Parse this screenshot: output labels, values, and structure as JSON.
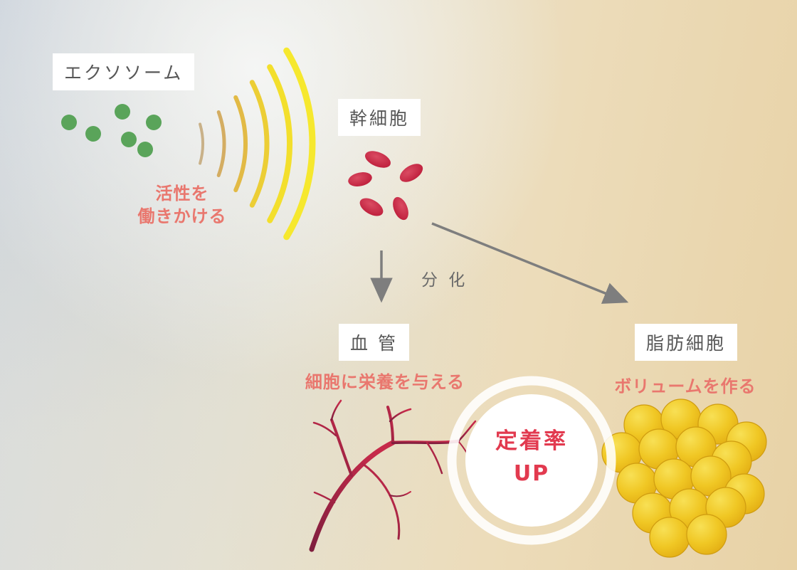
{
  "diagram": {
    "exosome": {
      "label": "エクソソーム",
      "caption_line1": "活性を",
      "caption_line2": "働きかける"
    },
    "stem_cell": {
      "label": "幹細胞"
    },
    "differentiation": {
      "label": "分 化"
    },
    "blood_vessel": {
      "label": "血 管",
      "caption": "細胞に栄養を与える"
    },
    "fat_cell": {
      "label": "脂肪細胞",
      "caption": "ボリュームを作る"
    },
    "retention": {
      "line1": "定着率",
      "line2": "UP"
    }
  },
  "colors": {
    "background_blue_gray": "#d9dde0",
    "background_beige": "#e8d2a6",
    "label_bg_white": "#ffffff",
    "label_text_gray": "#575757",
    "caption_pink": "#e9776e",
    "retention_red": "#e23a4f",
    "exosome_green": "#5aa45a",
    "wave_yellow": "#f6e82e",
    "wave_tan": "#c9b188",
    "stem_cell_red": "#c6203e",
    "vessel_dark_red": "#7f1e3e",
    "vessel_red": "#c62a4a",
    "fat_yellow": "#efc31f",
    "arrow_gray": "#7e7e7e"
  }
}
